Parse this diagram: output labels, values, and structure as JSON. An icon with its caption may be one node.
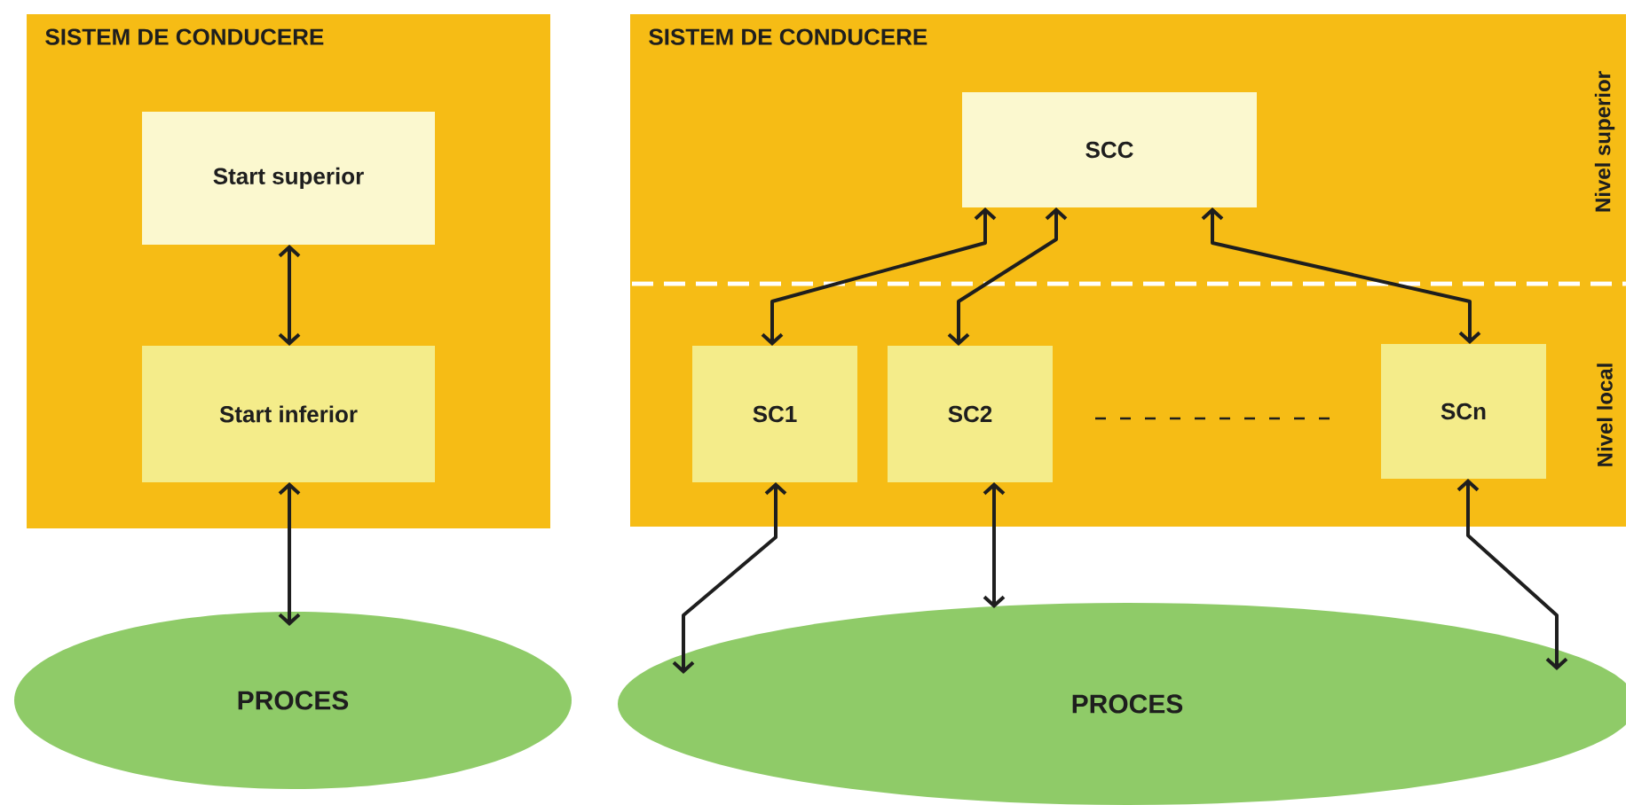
{
  "diagram": {
    "nodes": [
      {
        "text": [
          "SISTEM DE CONDUCERE"
        ]
      },
      {
        "text": [
          "Start superior"
        ],
        "in": 0
      },
      {
        "text": [
          "Start inferior"
        ],
        "in": 0
      },
      {
        "text": [
          "PROCES"
        ]
      },
      {
        "text": [
          "SISTEM DE CONDUCERE"
        ]
      },
      {
        "text": [
          "SCC"
        ],
        "in": 4
      },
      {
        "text": [
          "SC1"
        ],
        "in": 4
      },
      {
        "text": [
          "SC2"
        ],
        "in": 4
      },
      {
        "text": [
          "SCn"
        ],
        "in": 4
      },
      {
        "text": [
          "PROCES"
        ]
      }
    ],
    "edges": [
      {
        "from": 1,
        "to": 2,
        "arrow": "both"
      },
      {
        "from": 2,
        "to": 3,
        "arrow": "both"
      },
      {
        "from": 5,
        "to": 6,
        "arrow": "both"
      },
      {
        "from": 5,
        "to": 7,
        "arrow": "both"
      },
      {
        "from": 5,
        "to": 8,
        "arrow": "both"
      },
      {
        "from": 6,
        "to": 9,
        "arrow": "both"
      },
      {
        "from": 7,
        "to": 9,
        "arrow": "both"
      },
      {
        "from": 8,
        "to": 9,
        "arrow": "both"
      }
    ],
    "labels": [
      "Nivel superior",
      "Nivel local"
    ]
  }
}
